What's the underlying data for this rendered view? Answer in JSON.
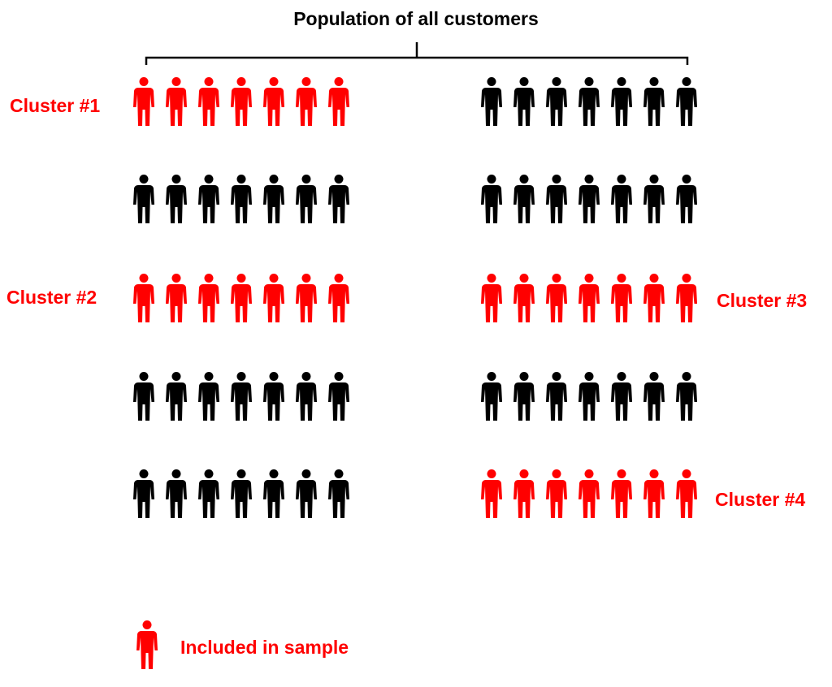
{
  "title": "Population of all customers",
  "colors": {
    "selected": "#ff0000",
    "unselected": "#000000"
  },
  "icon": "person-icon",
  "groups": [
    {
      "side": "left",
      "row": 1,
      "in_sample": true,
      "count": 7,
      "label": "Cluster #1"
    },
    {
      "side": "right",
      "row": 1,
      "in_sample": false,
      "count": 7
    },
    {
      "side": "left",
      "row": 2,
      "in_sample": false,
      "count": 7
    },
    {
      "side": "right",
      "row": 2,
      "in_sample": false,
      "count": 7
    },
    {
      "side": "left",
      "row": 3,
      "in_sample": true,
      "count": 7,
      "label": "Cluster #2"
    },
    {
      "side": "right",
      "row": 3,
      "in_sample": true,
      "count": 7,
      "label": "Cluster #3"
    },
    {
      "side": "left",
      "row": 4,
      "in_sample": false,
      "count": 7
    },
    {
      "side": "right",
      "row": 4,
      "in_sample": false,
      "count": 7
    },
    {
      "side": "left",
      "row": 5,
      "in_sample": false,
      "count": 7
    },
    {
      "side": "right",
      "row": 5,
      "in_sample": true,
      "count": 7,
      "label": "Cluster #4"
    }
  ],
  "legend": {
    "label": "Included in sample"
  }
}
